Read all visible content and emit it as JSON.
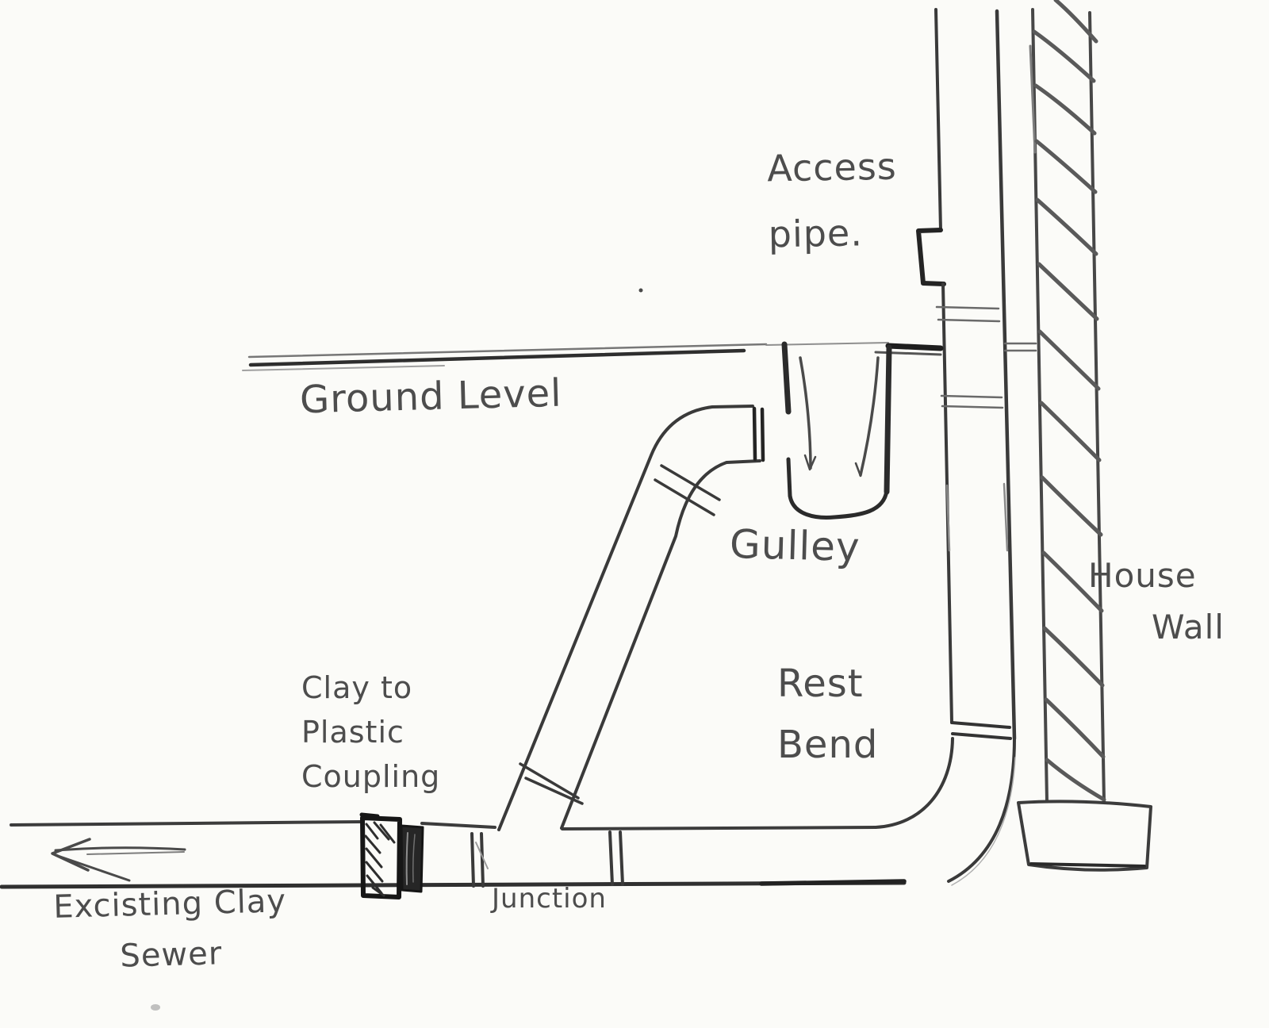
{
  "sketch": {
    "title": "hand-drawn drainage connection sketch",
    "labels": {
      "access_pipe": "Access\npipe.",
      "ground_level": "Ground Level",
      "gulley": "Gulley",
      "house_wall_line1": "House",
      "house_wall_line2": "Wall",
      "rest_bend": "Rest\nBend",
      "clay_coupling": "Clay to\nPlastic\nCoupling",
      "junction": "Junction",
      "existing_sewer": "Excisting Clay\nSewer"
    },
    "colors": {
      "paper": "#fbfbf8",
      "pencil_dark": "#1e1e1e",
      "pencil_main": "#3a3a3a",
      "pencil_mid": "#6a6a6a",
      "pencil_light": "#9a9a9a",
      "text": "#4d4d4d"
    }
  }
}
